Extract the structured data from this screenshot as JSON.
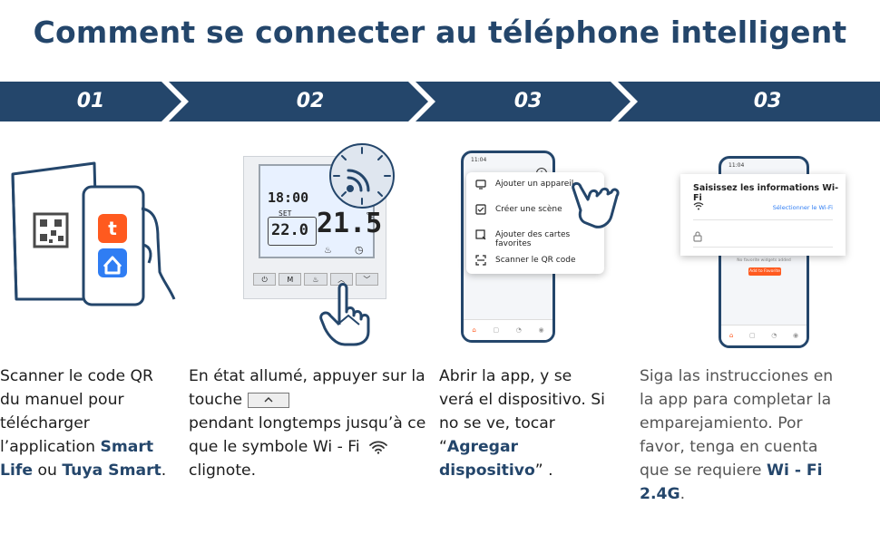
{
  "title": "Comment se connecter au téléphone intelligent",
  "steps": [
    {
      "number": "01"
    },
    {
      "number": "02"
    },
    {
      "number": "03"
    },
    {
      "number": "03"
    }
  ],
  "colors": {
    "navy": "#24466b",
    "white": "#ffffff",
    "tuya_orange": "#ff5a1f",
    "smartlife_blue": "#2f7df3"
  },
  "thermostat": {
    "time": "18:00",
    "set_label": "SET",
    "set_temp": "22.0",
    "room_temp": "21.5",
    "unit": "°C"
  },
  "app_menu": {
    "status_time": "11:04",
    "items": [
      {
        "label": "Ajouter un appareil",
        "icon": "add-device-icon"
      },
      {
        "label": "Créer une scène",
        "icon": "scene-icon"
      },
      {
        "label": "Ajouter des cartes favorites",
        "icon": "favorite-card-icon"
      },
      {
        "label": "Scanner le QR code",
        "icon": "scan-icon"
      }
    ]
  },
  "wifi_panel": {
    "status_time": "11:04",
    "title": "Saisissez les informations Wi-Fi",
    "select_link": "Sélectionner le Wi-Fi",
    "no_widgets": "No favorite widgets added",
    "add_favorite": "Add to Favorite"
  },
  "desc1": {
    "t1": "Scanner le code QR du manuel pour télécharger l’application ",
    "b1": "Smart Life",
    "t2": " ou ",
    "b2": "Tuya Smart",
    "t3": "."
  },
  "desc2": {
    "t1": "En état allumé, appuyer sur la touche",
    "t2": "pendant longtemps jusqu’à ce que le symbole Wi - Fi",
    "t3": "clignote."
  },
  "desc3": {
    "t1": "Abrir la app, y se verá el dispositivo. Si no se ve, tocar “",
    "b1": "Agregar dispositivo",
    "t2": "” ."
  },
  "desc4": {
    "t1": "Siga las instrucciones en la app para completar la emparejamiento. Por favor, tenga en cuenta que se requiere ",
    "b1": "Wi - Fi 2.4G",
    "t2": "."
  }
}
